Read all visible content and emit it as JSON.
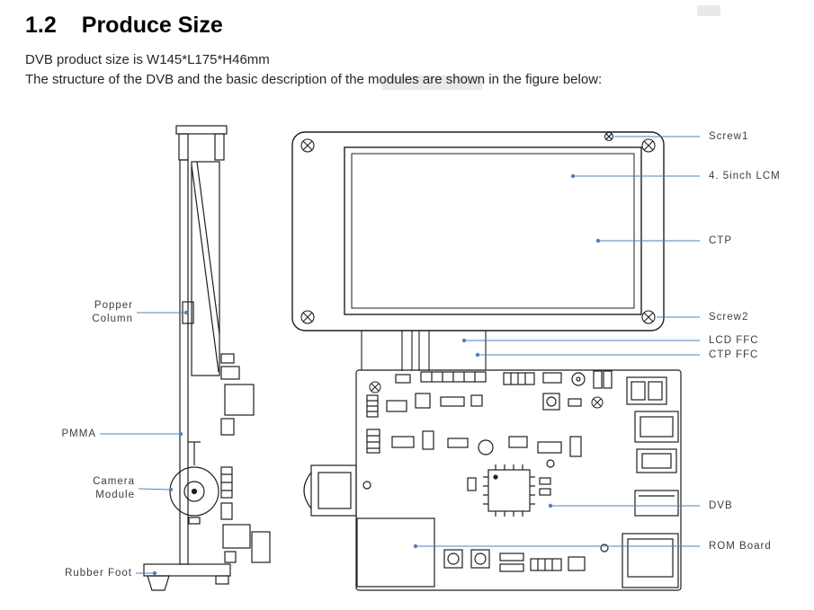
{
  "page": {
    "heading_number": "1.2",
    "heading_title": "Produce Size",
    "body_line1": "DVB product size is W145*L175*H46mm",
    "body_line2": "The structure of the DVB and the basic description of the modules are shown in the figure below:"
  },
  "diagram": {
    "right_labels": {
      "screw1": "Screw1",
      "lcm": "4. 5inch LCM",
      "ctp": "CTP",
      "screw2": "Screw2",
      "lcd_ffc": "LCD FFC",
      "ctp_ffc": "CTP FFC",
      "dvb": "DVB",
      "rom_board": "ROM Board"
    },
    "left_labels": {
      "popper_column": [
        "Popper",
        "Column"
      ],
      "pmma": "PMMA",
      "camera_module": [
        "Camera",
        "Module"
      ],
      "rubber_foot": "Rubber Foot"
    },
    "colors": {
      "leader": "#4f81bd",
      "stroke": "#1f1f1f"
    }
  }
}
